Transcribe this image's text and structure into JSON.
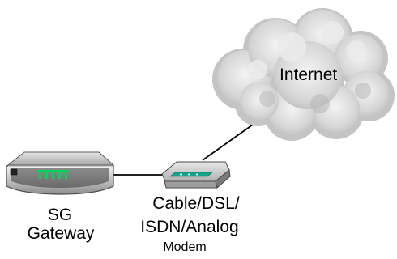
{
  "labels": {
    "internet": "Internet",
    "gateway_line1": "SG",
    "gateway_line2": "Gateway",
    "modem_line1": "Cable/DSL/",
    "modem_line2": "ISDN/Analog",
    "modem_line3": "Modem"
  },
  "icons": {
    "cloud": "internet-cloud-icon",
    "gateway": "gateway-device-icon",
    "modem": "modem-device-icon"
  },
  "colors": {
    "cloud_fill": "#d9d9d9",
    "device_body": "#c8c8c8",
    "device_dark": "#3c3c3c",
    "gateway_lights": "#00c853",
    "modem_lights": "#009688",
    "line": "#000000"
  },
  "connections": [
    {
      "from": "gateway",
      "to": "modem"
    },
    {
      "from": "modem",
      "to": "internet"
    }
  ]
}
